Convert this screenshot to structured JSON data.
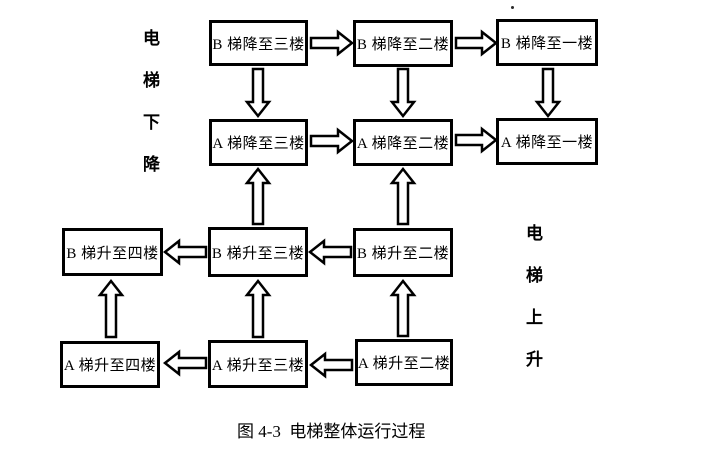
{
  "figure": {
    "caption": "图 4-3  电梯整体运行过程",
    "left_label": "电梯下降",
    "right_label": "电梯上升"
  },
  "nodes": [
    {
      "id": "b-down-3",
      "label": "B 梯降至三楼"
    },
    {
      "id": "b-down-2",
      "label": "B 梯降至二楼"
    },
    {
      "id": "b-down-1",
      "label": "B 梯降至一楼"
    },
    {
      "id": "a-down-3",
      "label": "A 梯降至三楼"
    },
    {
      "id": "a-down-2",
      "label": "A 梯降至二楼"
    },
    {
      "id": "a-down-1",
      "label": "A 梯降至一楼"
    },
    {
      "id": "b-up-4",
      "label": "B 梯升至四楼"
    },
    {
      "id": "b-up-3",
      "label": "B 梯升至三楼"
    },
    {
      "id": "b-up-2",
      "label": "B 梯升至二楼"
    },
    {
      "id": "a-up-4",
      "label": "A 梯升至四楼"
    },
    {
      "id": "a-up-3",
      "label": "A 梯升至三楼"
    },
    {
      "id": "a-up-2",
      "label": "A 梯升至二楼"
    }
  ],
  "edges": [
    {
      "from": "b-down-3",
      "to": "b-down-2",
      "direction": "right"
    },
    {
      "from": "b-down-2",
      "to": "b-down-1",
      "direction": "right"
    },
    {
      "from": "a-down-3",
      "to": "a-down-2",
      "direction": "right"
    },
    {
      "from": "a-down-2",
      "to": "a-down-1",
      "direction": "right"
    },
    {
      "from": "b-down-3",
      "to": "a-down-3",
      "direction": "down"
    },
    {
      "from": "b-down-2",
      "to": "a-down-2",
      "direction": "down"
    },
    {
      "from": "b-down-1",
      "to": "a-down-1",
      "direction": "down"
    },
    {
      "from": "b-up-3",
      "to": "a-down-3",
      "direction": "up"
    },
    {
      "from": "b-up-2",
      "to": "a-down-2",
      "direction": "up"
    },
    {
      "from": "b-up-3",
      "to": "b-up-4",
      "direction": "left"
    },
    {
      "from": "b-up-2",
      "to": "b-up-3",
      "direction": "left"
    },
    {
      "from": "a-up-3",
      "to": "a-up-4",
      "direction": "left"
    },
    {
      "from": "a-up-2",
      "to": "a-up-3",
      "direction": "left"
    },
    {
      "from": "a-up-4",
      "to": "b-up-4",
      "direction": "up"
    },
    {
      "from": "a-up-3",
      "to": "b-up-3",
      "direction": "up"
    },
    {
      "from": "a-up-2",
      "to": "b-up-2",
      "direction": "up"
    }
  ],
  "colors": {
    "line": "#000000",
    "background": "#ffffff",
    "text": "#000000"
  }
}
